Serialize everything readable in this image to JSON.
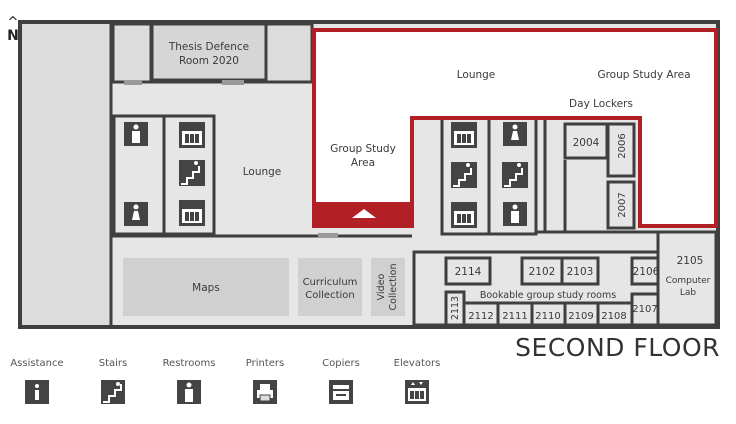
{
  "north": {
    "arrow": "^",
    "letter": "N"
  },
  "floor_title": "SECOND FLOOR",
  "rooms": {
    "thesis_line1": "Thesis Defence",
    "thesis_line2": "Room 2020",
    "lounge_top": "Lounge",
    "group_study_top": "Group Study Area",
    "day_lockers": "Day Lockers",
    "group_study_left_l1": "Group Study",
    "group_study_left_l2": "Area",
    "lounge_left": "Lounge",
    "r2004": "2004",
    "r2006": "2006",
    "r2007": "2007",
    "r2105": "2105",
    "computer_lab_l1": "Computer",
    "computer_lab_l2": "Lab",
    "maps": "Maps",
    "curriculum_l1": "Curriculum",
    "curriculum_l2": "Collection",
    "video_l1": "Video",
    "video_l2": "Collection",
    "r2114": "2114",
    "r2102": "2102",
    "r2103": "2103",
    "r2106": "2106",
    "bookable": "Bookable group study rooms",
    "r2113": "2113",
    "r2112": "2112",
    "r2111": "2111",
    "r2110": "2110",
    "r2109": "2109",
    "r2108": "2108",
    "r2107": "2107"
  },
  "legend": [
    {
      "label": "Assistance",
      "icon": "info-icon"
    },
    {
      "label": "Stairs",
      "icon": "stairs-icon"
    },
    {
      "label": "Restrooms",
      "icon": "restroom-icon"
    },
    {
      "label": "Printers",
      "icon": "printer-icon"
    },
    {
      "label": "Copiers",
      "icon": "copier-icon"
    },
    {
      "label": "Elevators",
      "icon": "elevator-icon"
    }
  ],
  "colors": {
    "wall": "#3f3f3f",
    "floor": "#e6e6e6",
    "room": "#d0d0d0",
    "highlight": "#b21f24",
    "icon_bg": "#444444"
  }
}
